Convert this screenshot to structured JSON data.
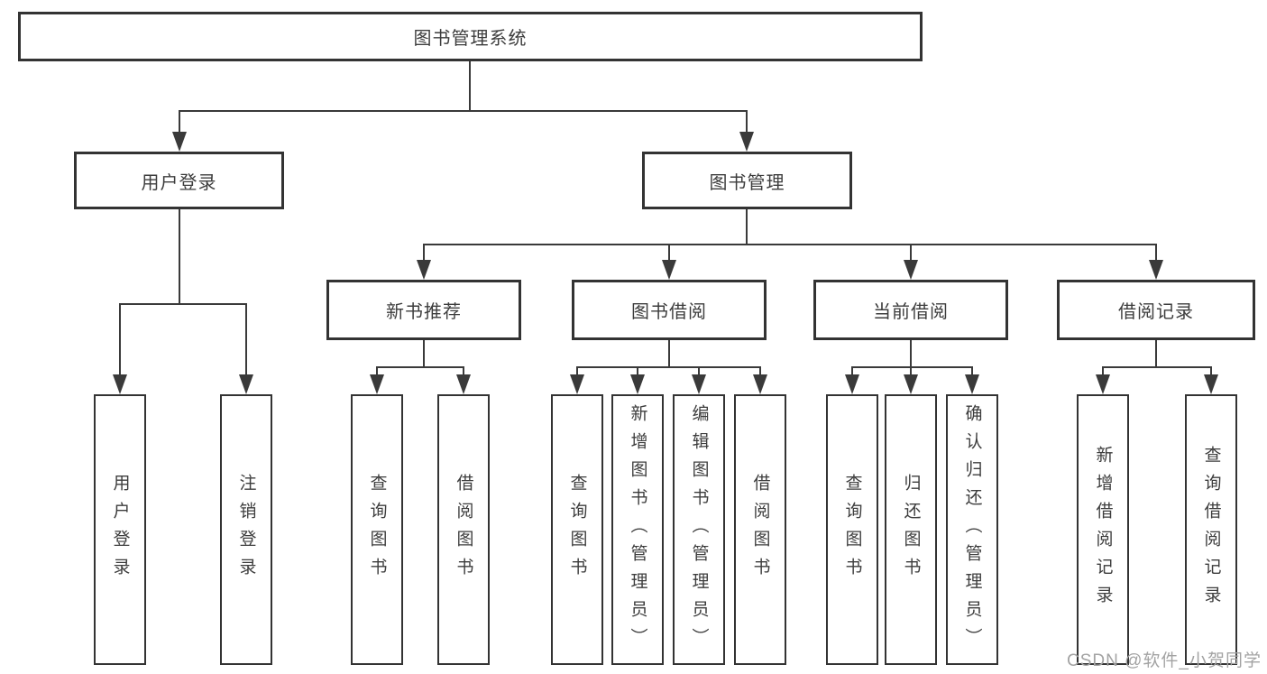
{
  "diagram": {
    "type": "hierarchy-tree",
    "colors": {
      "line": "#3a3a3a",
      "border": "#333333",
      "text": "#3d3d3d",
      "background": "#ffffff",
      "watermark": "#a3a3a3"
    },
    "nodes": {
      "root": {
        "label": "图书管理系统"
      },
      "user_login": {
        "label": "用户登录"
      },
      "book_management": {
        "label": "图书管理"
      },
      "new_book_recommend": {
        "label": "新书推荐"
      },
      "book_borrow": {
        "label": "图书借阅"
      },
      "current_borrow": {
        "label": "当前借阅"
      },
      "borrow_records": {
        "label": "借阅记录"
      },
      "leaf_user_login": {
        "label": "用户登录"
      },
      "leaf_logout": {
        "label": "注销登录"
      },
      "leaf_query_books_1": {
        "label": "查询图书"
      },
      "leaf_borrow_books_1": {
        "label": "借阅图书"
      },
      "leaf_query_books_2": {
        "label": "查询图书"
      },
      "leaf_add_books": {
        "label": "新增图书（管理员）"
      },
      "leaf_edit_books": {
        "label": "编辑图书（管理员）"
      },
      "leaf_borrow_books_2": {
        "label": "借阅图书"
      },
      "leaf_query_books_3": {
        "label": "查询图书"
      },
      "leaf_return_books": {
        "label": "归还图书"
      },
      "leaf_confirm_return": {
        "label": "确认归还（管理员）"
      },
      "leaf_add_borrow_record": {
        "label": "新增借阅记录"
      },
      "leaf_query_borrow_record": {
        "label": "查询借阅记录"
      }
    },
    "edges": [
      [
        "root",
        "user_login"
      ],
      [
        "root",
        "book_management"
      ],
      [
        "user_login",
        "leaf_user_login"
      ],
      [
        "user_login",
        "leaf_logout"
      ],
      [
        "book_management",
        "new_book_recommend"
      ],
      [
        "book_management",
        "book_borrow"
      ],
      [
        "book_management",
        "current_borrow"
      ],
      [
        "book_management",
        "borrow_records"
      ],
      [
        "new_book_recommend",
        "leaf_query_books_1"
      ],
      [
        "new_book_recommend",
        "leaf_borrow_books_1"
      ],
      [
        "book_borrow",
        "leaf_query_books_2"
      ],
      [
        "book_borrow",
        "leaf_add_books"
      ],
      [
        "book_borrow",
        "leaf_edit_books"
      ],
      [
        "book_borrow",
        "leaf_borrow_books_2"
      ],
      [
        "current_borrow",
        "leaf_query_books_3"
      ],
      [
        "current_borrow",
        "leaf_return_books"
      ],
      [
        "current_borrow",
        "leaf_confirm_return"
      ],
      [
        "borrow_records",
        "leaf_add_borrow_record"
      ],
      [
        "borrow_records",
        "leaf_query_borrow_record"
      ]
    ],
    "watermark": {
      "text": "CSDN @软件_小贺同学"
    }
  }
}
